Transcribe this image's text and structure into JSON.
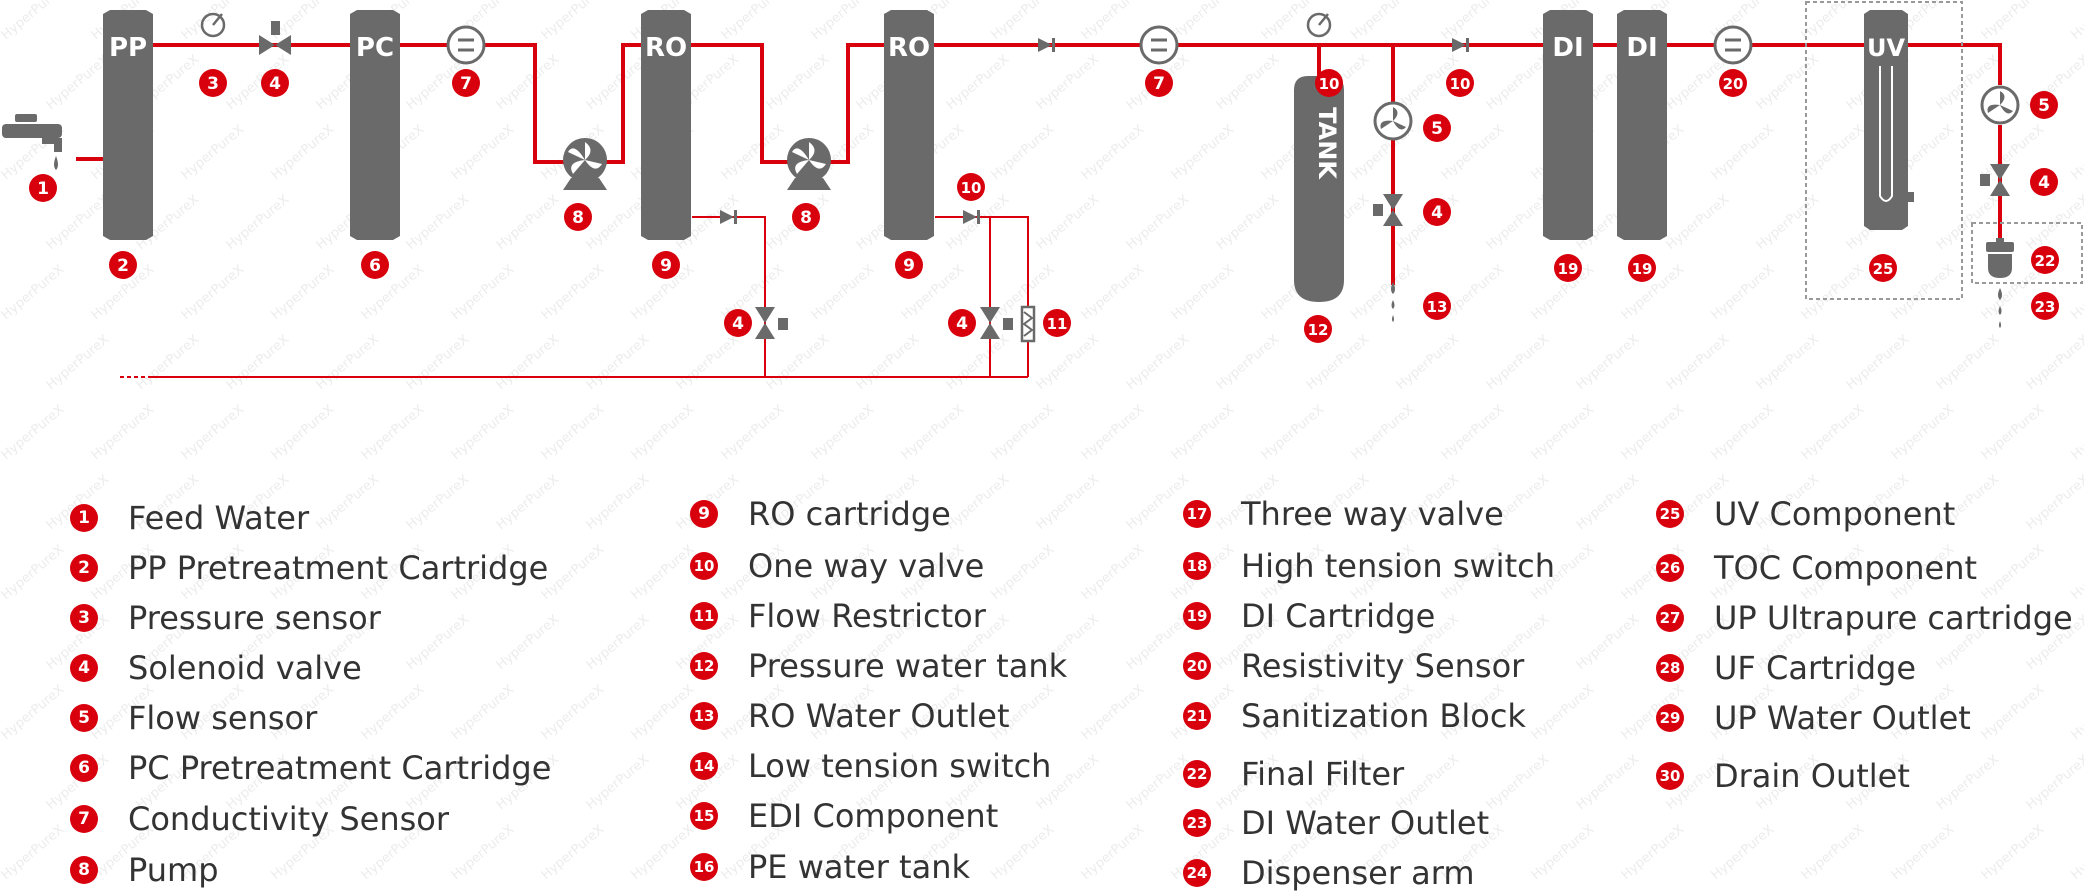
{
  "colors": {
    "accent": "#d9000d",
    "cartridge": "#6a6a6a",
    "line": "#d9000d",
    "text": "#333333"
  },
  "watermark": "HyperPureX",
  "diagram": {
    "cartridges": [
      {
        "id": "pp",
        "label": "PP"
      },
      {
        "id": "pc",
        "label": "PC"
      },
      {
        "id": "ro1",
        "label": "RO"
      },
      {
        "id": "ro2",
        "label": "RO"
      },
      {
        "id": "tank",
        "label": "TANK"
      },
      {
        "id": "di1",
        "label": "DI"
      },
      {
        "id": "di2",
        "label": "DI"
      },
      {
        "id": "uv",
        "label": "UV"
      }
    ],
    "markers": [
      "1",
      "2",
      "3",
      "4",
      "7",
      "6",
      "8",
      "9",
      "8",
      "9",
      "10",
      "4",
      "4",
      "10",
      "11",
      "7",
      "12",
      "5",
      "4",
      "13",
      "10",
      "19",
      "19",
      "20",
      "25",
      "5",
      "4",
      "22",
      "23"
    ]
  },
  "legend": [
    {
      "num": "1",
      "label": "Feed Water"
    },
    {
      "num": "2",
      "label": "PP Pretreatment Cartridge"
    },
    {
      "num": "3",
      "label": "Pressure sensor"
    },
    {
      "num": "4",
      "label": "Solenoid valve"
    },
    {
      "num": "5",
      "label": "Flow sensor"
    },
    {
      "num": "6",
      "label": "PC Pretreatment Cartridge"
    },
    {
      "num": "7",
      "label": "Conductivity Sensor"
    },
    {
      "num": "8",
      "label": "Pump"
    },
    {
      "num": "9",
      "label": "RO cartridge"
    },
    {
      "num": "10",
      "label": "One way valve"
    },
    {
      "num": "11",
      "label": "Flow Restrictor"
    },
    {
      "num": "12",
      "label": "Pressure water tank"
    },
    {
      "num": "13",
      "label": "RO Water Outlet"
    },
    {
      "num": "14",
      "label": "Low tension switch"
    },
    {
      "num": "15",
      "label": "EDI Component"
    },
    {
      "num": "16",
      "label": "PE water tank"
    },
    {
      "num": "17",
      "label": "Three way valve"
    },
    {
      "num": "18",
      "label": "High tension switch"
    },
    {
      "num": "19",
      "label": "DI Cartridge"
    },
    {
      "num": "20",
      "label": "Resistivity Sensor"
    },
    {
      "num": "21",
      "label": "Sanitization Block"
    },
    {
      "num": "22",
      "label": "Final Filter"
    },
    {
      "num": "23",
      "label": "DI Water Outlet"
    },
    {
      "num": "24",
      "label": "Dispenser arm"
    },
    {
      "num": "25",
      "label": "UV Component"
    },
    {
      "num": "26",
      "label": "TOC Component"
    },
    {
      "num": "27",
      "label": "UP Ultrapure cartridge"
    },
    {
      "num": "28",
      "label": "UF Cartridge"
    },
    {
      "num": "29",
      "label": "UP Water Outlet"
    },
    {
      "num": "30",
      "label": "Drain Outlet"
    }
  ]
}
